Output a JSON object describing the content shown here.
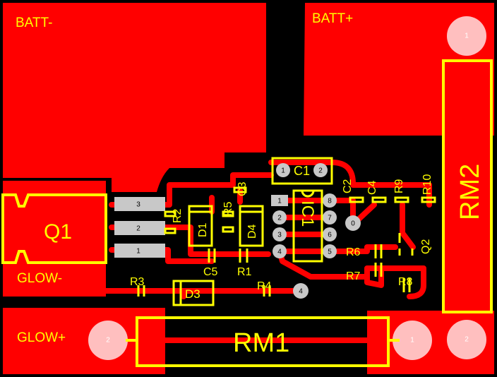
{
  "board": {
    "pours": {
      "batt_minus": "BATT-",
      "batt_plus": "BATT+",
      "glow_minus": "GLOW-",
      "glow_plus": "GLOW+"
    },
    "components": {
      "q1": "Q1",
      "q2": "Q2",
      "ic1": "IC1",
      "rm1": "RM1",
      "rm2": "RM2",
      "c1": "C1",
      "c2": "C2",
      "c3": "C3",
      "c4": "C4",
      "c5": "C5",
      "d1": "D1",
      "d3": "D3",
      "d4": "D4",
      "r1": "R1",
      "r2": "R2",
      "r3": "R3",
      "r4": "R4",
      "r5": "R5",
      "r6": "R6",
      "r7": "R7",
      "r8": "R8",
      "r9": "R9",
      "r10": "R10"
    },
    "pins": {
      "q1": [
        "3",
        "2",
        "1"
      ],
      "ic1_left": [
        "1",
        "2",
        "3",
        "4"
      ],
      "ic1_right": [
        "8",
        "7",
        "6",
        "5"
      ],
      "c1": [
        "1",
        "2"
      ],
      "rm1": [
        "2",
        "1"
      ],
      "rm2": [
        "1",
        "2"
      ],
      "via_r4": "4",
      "via_r6": "0"
    },
    "colors": {
      "copper": "#ff0000",
      "silkscreen": "#ffff00",
      "pad": "#c8c8c8",
      "board": "#000000"
    }
  }
}
